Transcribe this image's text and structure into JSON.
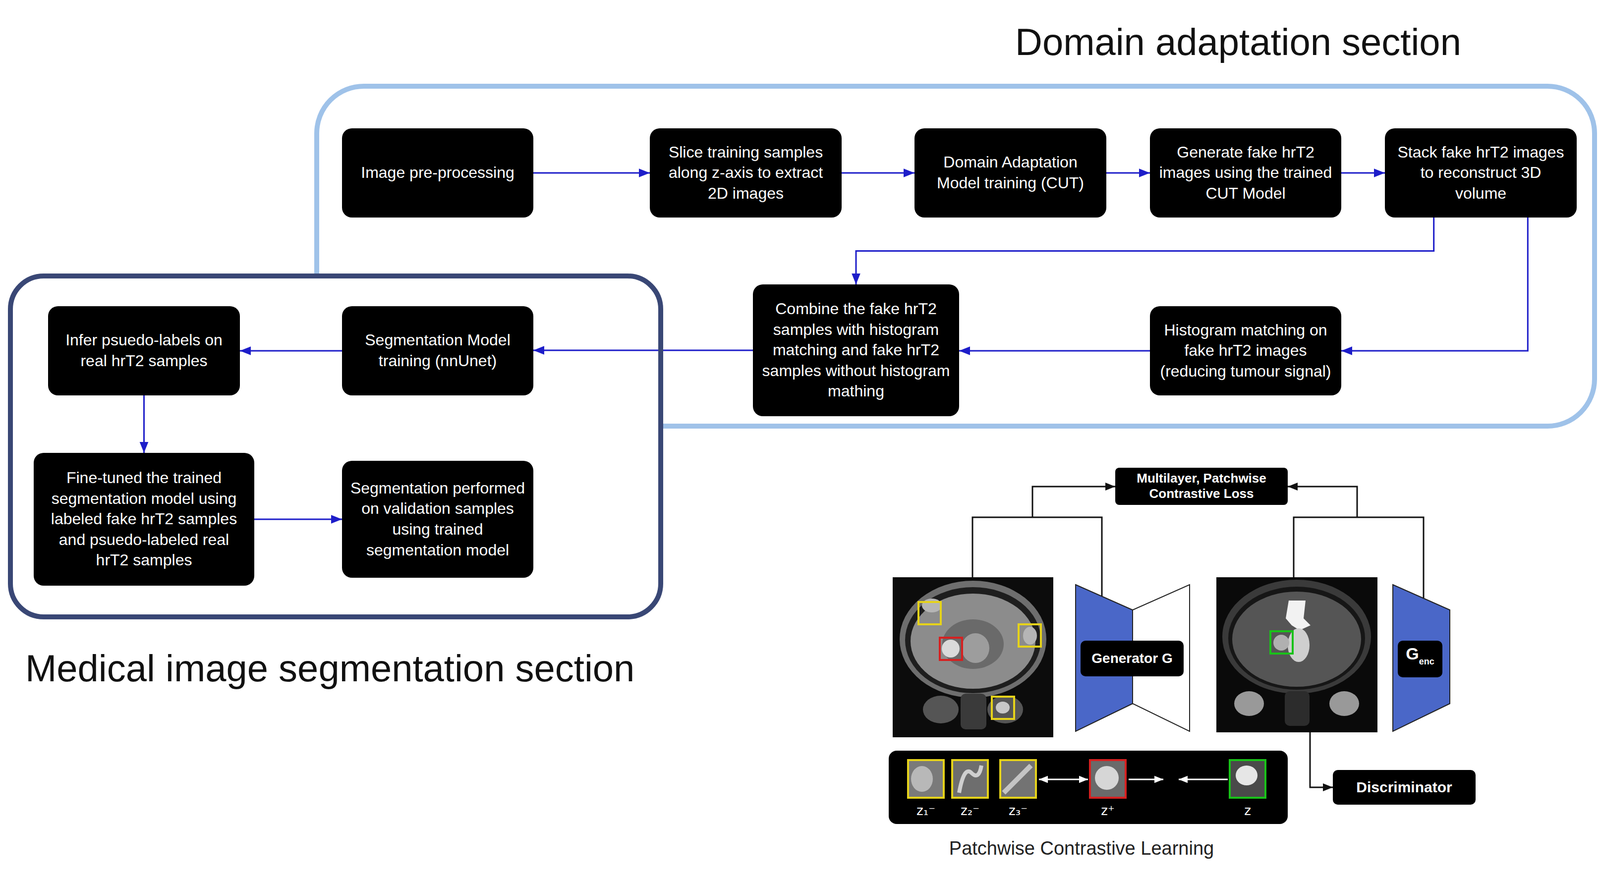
{
  "diagram": {
    "nodes": [
      {
        "text": [
          "Domain adaptation section"
        ]
      },
      {
        "text": [
          "Image pre-processing"
        ],
        "in": 0
      },
      {
        "text": [
          "Slice training samples along z-axis to extract 2D images"
        ],
        "in": 0
      },
      {
        "text": [
          "Domain Adaptation Model training (CUT)"
        ],
        "in": 0
      },
      {
        "text": [
          "Generate fake hrT2 images using the trained CUT Model"
        ],
        "in": 0
      },
      {
        "text": [
          "Stack fake hrT2 images to reconstruct 3D volume"
        ],
        "in": 0
      },
      {
        "text": [
          "Histogram matching on fake hrT2 images (reducing tumour signal)"
        ],
        "in": 0
      },
      {
        "text": [
          "Combine the fake hrT2 samples with histogram matching and fake hrT2 samples without histogram mathing"
        ],
        "in": 0
      },
      {
        "text": [
          "Medical image segmentation section"
        ]
      },
      {
        "text": [
          "Segmentation Model training (nnUnet)"
        ],
        "in": 8
      },
      {
        "text": [
          "Infer psuedo-labels on real hrT2 samples"
        ],
        "in": 8
      },
      {
        "text": [
          "Fine-tuned the trained segmentation model using labeled fake hrT2 samples and psuedo-labeled real hrT2 samples"
        ],
        "in": 8
      },
      {
        "text": [
          "Segmentation performed on validation samples using trained segmentation model"
        ],
        "in": 8
      },
      {
        "text": [
          "Multilayer, Patchwise Contrastive Loss"
        ]
      },
      {
        "text": [
          "Generator G"
        ]
      },
      {
        "text": [
          "G",
          "enc"
        ]
      },
      {
        "text": [
          "Discriminator"
        ]
      }
    ],
    "edges": [
      {
        "from": 1,
        "to": 2,
        "arrow": "to"
      },
      {
        "from": 2,
        "to": 3,
        "arrow": "to"
      },
      {
        "from": 3,
        "to": 4,
        "arrow": "to"
      },
      {
        "from": 4,
        "to": 5,
        "arrow": "to"
      },
      {
        "from": 5,
        "to": 7,
        "arrow": "to"
      },
      {
        "from": 5,
        "to": 6,
        "arrow": "to"
      },
      {
        "from": 6,
        "to": 7,
        "arrow": "to"
      },
      {
        "from": 7,
        "to": 9,
        "arrow": "to"
      },
      {
        "from": 9,
        "to": 10,
        "arrow": "to"
      },
      {
        "from": 10,
        "to": 11,
        "arrow": "to"
      },
      {
        "from": 11,
        "to": 12,
        "arrow": "to"
      }
    ],
    "labels": [
      "z₁⁻",
      "z₂⁻",
      "z₃⁻",
      "z⁺",
      "z",
      "Patchwise Contrastive Learning"
    ]
  }
}
